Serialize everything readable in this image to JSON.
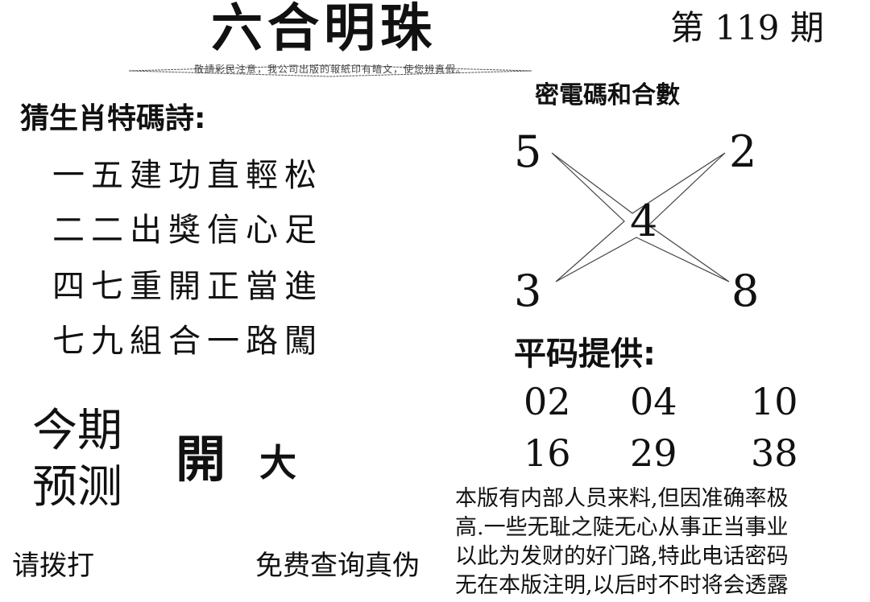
{
  "header": {
    "title": "六合明珠",
    "banner_text": "敬請彩民注意，我公司出版的報紙印有暗文，使您辨真假。",
    "issue": "第 119 期"
  },
  "poem": {
    "heading": "猜生肖特碼詩:",
    "lines": [
      "一五建功直輕松",
      "二二出獎信心足",
      "四七重開正當進",
      "七九組合一路闖"
    ]
  },
  "prediction": {
    "label_line1": "今期",
    "label_line2": "预测",
    "value1": "開",
    "value2": "大"
  },
  "secret": {
    "heading": "密電碼和合數",
    "top_left": "5",
    "top_right": "2",
    "center": "4",
    "bottom_left": "3",
    "bottom_right": "8"
  },
  "flat_codes": {
    "heading": "平码提供:",
    "numbers": [
      "02",
      "04",
      "10",
      "16",
      "29",
      "38"
    ]
  },
  "notice": {
    "lines": [
      "本版有内部人员来料,但因准确率极",
      "高.一些无耻之陡无心从事正当事业",
      "以此为发财的好门路,特此电话密码",
      "无在本版注明,以后时不时将会透露"
    ]
  },
  "footer": {
    "prefix": "请拨打",
    "suffix": "免费查询真伪"
  }
}
